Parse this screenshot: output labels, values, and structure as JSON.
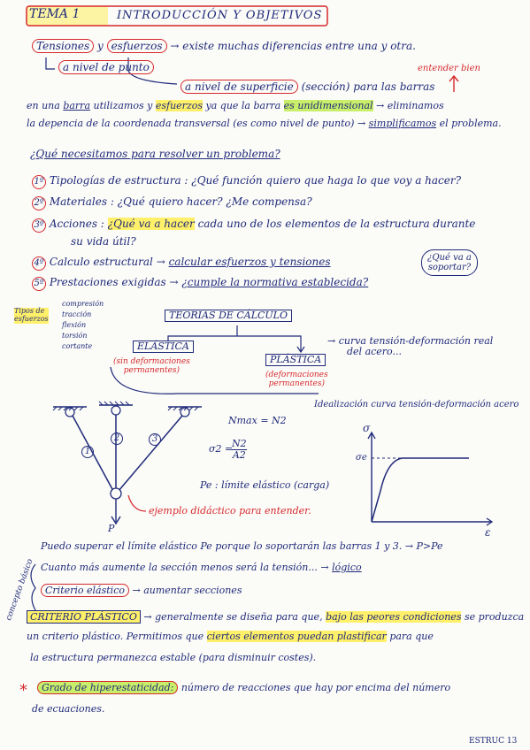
{
  "header": {
    "tema": "TEMA 1",
    "title": "INTRODUCCIÓN Y OBJETIVOS"
  },
  "intro": {
    "tensiones": "Tensiones",
    "y": "y",
    "esfuerzos": "esfuerzos",
    "line1_rest": "existe muchas diferencias entre una y otra.",
    "nivel_punto": "a nivel de punto",
    "nivel_superficie": "a nivel de superficie",
    "seccion": "(sección) para las barras",
    "entender_bien": "entender bien",
    "barra_line1_a": "en una",
    "barra": "barra",
    "barra_line1_b": "utilizamos",
    "esfuerzos2": "esfuerzos",
    "barra_line1_c": "ya que la barra",
    "unidimensional": "es unidimensional",
    "barra_line1_d": "eliminamos",
    "barra_line2_a": "la depencia de la coordenada transversal (es como nivel de punto)",
    "simplificamos": "simplificamos",
    "barra_line2_b": "el problema."
  },
  "question": "¿Qué necesitamos para resolver un problema?",
  "steps": [
    {
      "num": "1º",
      "text": "Tipologías de estructura : ¿Qué función quiero que haga lo que voy a hacer?"
    },
    {
      "num": "2º",
      "text": "Materiales : ¿Qué quiero hacer? ¿Me compensa?"
    },
    {
      "num": "3º",
      "text_a": "Acciones : ",
      "hl": "¿Qué va a hacer",
      "text_b": " cada uno de los elementos de la estructura durante",
      "text_c": "su vida útil?"
    },
    {
      "num": "4º",
      "text": "Calculo estructural",
      "arrow_text": "calcular esfuerzos y tensiones"
    },
    {
      "num": "5º",
      "text": "Prestaciones exigidas",
      "arrow_text": "¿cumple la normativa establecida?"
    }
  ],
  "side_note": {
    "line1": "¿Qué va a",
    "line2": "soportar?"
  },
  "tipos": {
    "label1": "Tipos de",
    "label2": "esfuerzos",
    "items": [
      "compresión",
      "tracción",
      "flexión",
      "torsión",
      "cortante"
    ]
  },
  "teorias": {
    "title": "TEORIAS DE CÁLCULO",
    "elastica": "ELÁSTICA",
    "elastica_sub1": "(sin deformaciones",
    "elastica_sub2": "permanentes)",
    "plastica": "PLÁSTICA",
    "plastica_sub1": "(deformaciones",
    "plastica_sub2": "permanentes)",
    "curva1": "curva tensión-deformación real",
    "curva2": "del acero...",
    "idealizacion": "Idealización curva tensión-deformación acero"
  },
  "formulas": {
    "nmax": "Nmax = N2",
    "sigma": "σ2 =",
    "num": "N2",
    "den": "A2",
    "pe": "Pe : límite elástico (carga)",
    "p": "P",
    "ejemplo": "ejemplo didáctico para entender.",
    "bars": [
      "1",
      "2",
      "3"
    ]
  },
  "graph": {
    "ylabel": "σ",
    "xlabel": "ε",
    "level": "σe"
  },
  "bottom": {
    "line1": "Puedo superar el límite elástico Pe porque lo soportarán las barras 1 y 3. → P>Pe",
    "line2": "Cuanto más aumente la sección menos será la tensión...",
    "logico": "lógico",
    "concepto": "concepto básico",
    "criterio_elastico": "Criterio elástico",
    "aumentar": "aumentar secciones",
    "criterio_plastico": "CRITERIO PLÁSTICO",
    "plastico_text_a": "generalmente se diseña para que,",
    "plastico_hl1": "bajo las peores condiciones",
    "plastico_text_b": "se produzca",
    "plastico_line2_a": "un criterio plástico. Permitimos que",
    "plastico_hl2": "ciertos elementos puedan plastificar",
    "plastico_line2_b": "para que",
    "plastico_line3": "la estructura permanezca estable (para disminuir costes).",
    "grado": "Grado de hiperestaticidad:",
    "grado_text": "número de reacciones que hay por encima del número",
    "grado_text2": "de ecuaciones."
  },
  "footer": {
    "mark": "ESTRUC 13"
  }
}
